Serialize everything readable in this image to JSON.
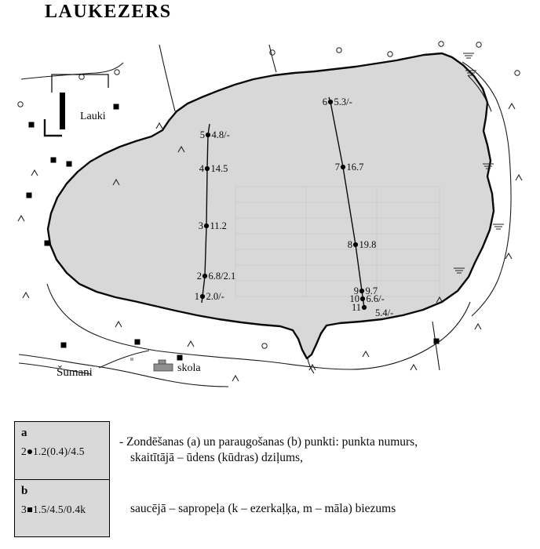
{
  "title": "LAUKEZERS",
  "map": {
    "colors": {
      "lake_fill": "#d8d8d8",
      "outline": "#0a0a0a",
      "legend_fill": "#d9d9d9"
    },
    "places": {
      "lauki": "Lauki",
      "sumani": "Šumani",
      "skola": "skola"
    },
    "points": [
      {
        "num": "1",
        "value": "2.0/-"
      },
      {
        "num": "2",
        "value": "6.8/2.1"
      },
      {
        "num": "3",
        "value": "11.2"
      },
      {
        "num": "4",
        "value": "14.5"
      },
      {
        "num": "5",
        "value": "4.8/-"
      },
      {
        "num": "6",
        "value": "5.3/-"
      },
      {
        "num": "7",
        "value": "16.7"
      },
      {
        "num": "8",
        "value": "19.8"
      },
      {
        "num": "9",
        "value": "9.7"
      },
      {
        "num": "10",
        "value": "6.6/-"
      },
      {
        "num": "11",
        "value": "5.4/-"
      }
    ]
  },
  "legend": {
    "a": {
      "key": "a",
      "num": "2",
      "value": "1.2(0.4)/4.5"
    },
    "b": {
      "key": "b",
      "num": "3",
      "value": "1.5/4.5/0.4k"
    },
    "desc_line1": "- Zondēšanas (a) un paraugošanas (b) punkti: punkta numurs,",
    "desc_line2": "skaitītājā – ūdens (kūdras) dziļums,",
    "desc_line3": "saucējā – sapropeļa (k – ezerkaļķa, m – māla) biezums"
  }
}
